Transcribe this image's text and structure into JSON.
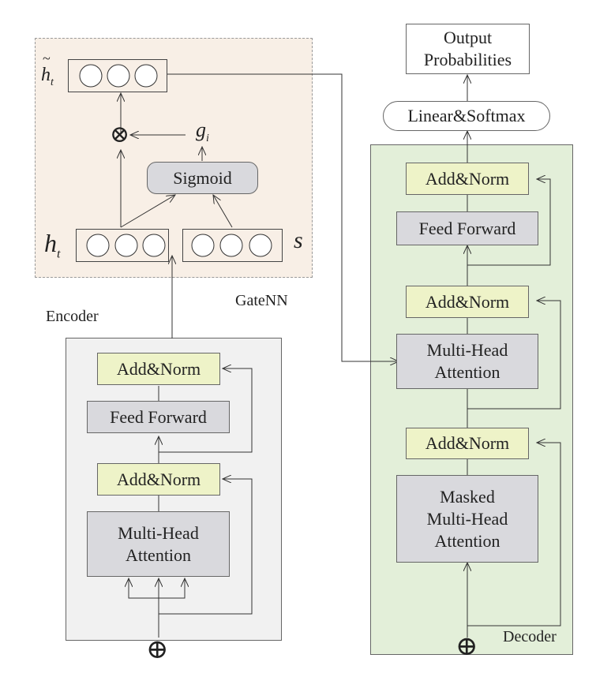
{
  "gatenn": {
    "label": "GateNN",
    "sigmoid": "Sigmoid",
    "gate_symbol": "g",
    "gate_sub": "i",
    "h_symbol": "h",
    "h_sub": "t",
    "htilde_symbol": "h",
    "htilde_sub": "t",
    "tilde": "~",
    "s_symbol": "s",
    "multiply_symbol": "⊗"
  },
  "encoder": {
    "label": "Encoder",
    "add_norm_top": "Add&Norm",
    "feed_forward": "Feed Forward",
    "add_norm_bottom": "Add&Norm",
    "attention_line1": "Multi-Head",
    "attention_line2": "Attention",
    "input_symbol": "⊕"
  },
  "decoder": {
    "label": "Decoder",
    "output_line1": "Output",
    "output_line2": "Probabilities",
    "linear_softmax": "Linear&Softmax",
    "add_norm_top": "Add&Norm",
    "feed_forward": "Feed Forward",
    "add_norm_mid": "Add&Norm",
    "attention_line1": "Multi-Head",
    "attention_line2": "Attention",
    "add_norm_bottom": "Add&Norm",
    "masked_line1": "Masked",
    "masked_line2": "Multi-Head",
    "masked_line3": "Attention",
    "input_symbol": "⊕"
  },
  "colors": {
    "gatenn_bg": "#f8efe6",
    "encoder_bg": "#f1f1f1",
    "decoder_bg": "#e3efd9",
    "add_norm": "#eef3c8",
    "grey_block": "#d9d9dd"
  }
}
